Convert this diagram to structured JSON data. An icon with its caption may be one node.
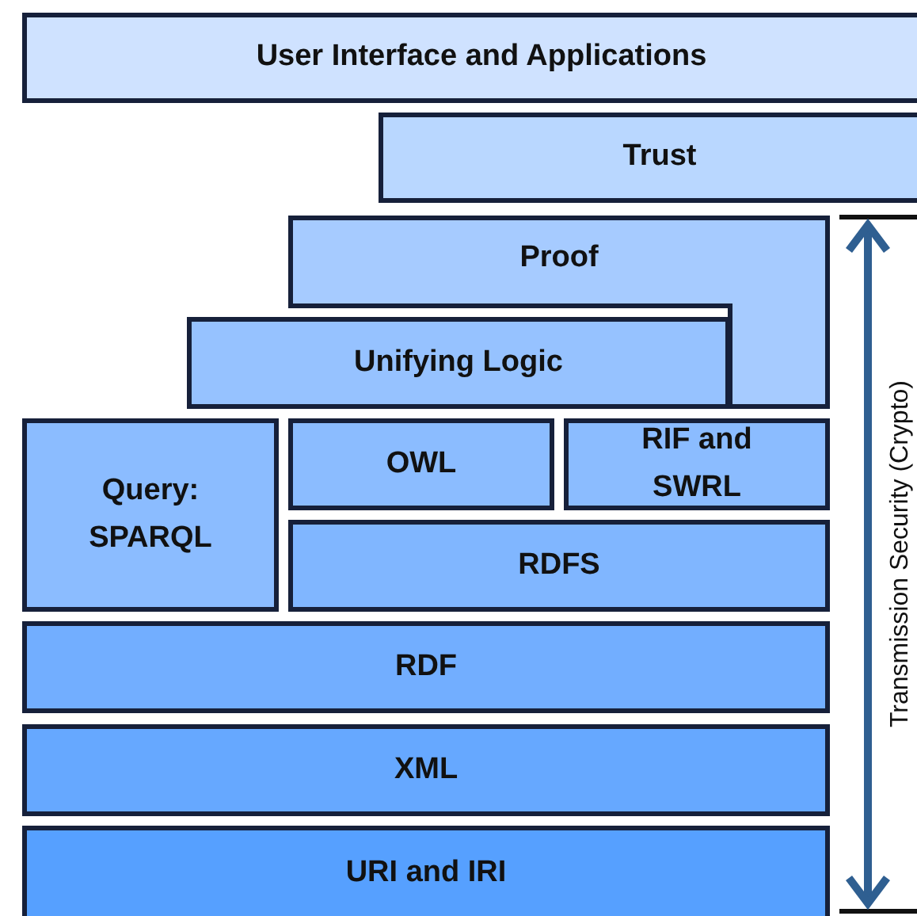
{
  "diagram": {
    "nodes": [
      {
        "text": [
          "User Interface and Applications"
        ]
      },
      {
        "text": [
          "Trust"
        ]
      },
      {
        "text": [
          "Proof"
        ]
      },
      {
        "text": [
          "Unifying Logic"
        ]
      },
      {
        "text": [
          "Query: SPARQL"
        ]
      },
      {
        "text": [
          "OWL"
        ]
      },
      {
        "text": [
          "RIF and SWRL"
        ]
      },
      {
        "text": [
          "RDFS"
        ]
      },
      {
        "text": [
          "RDF"
        ]
      },
      {
        "text": [
          "XML"
        ]
      },
      {
        "text": [
          "URI and IRI"
        ]
      }
    ],
    "labels": [
      "Transmission Security (Crypto)"
    ]
  }
}
